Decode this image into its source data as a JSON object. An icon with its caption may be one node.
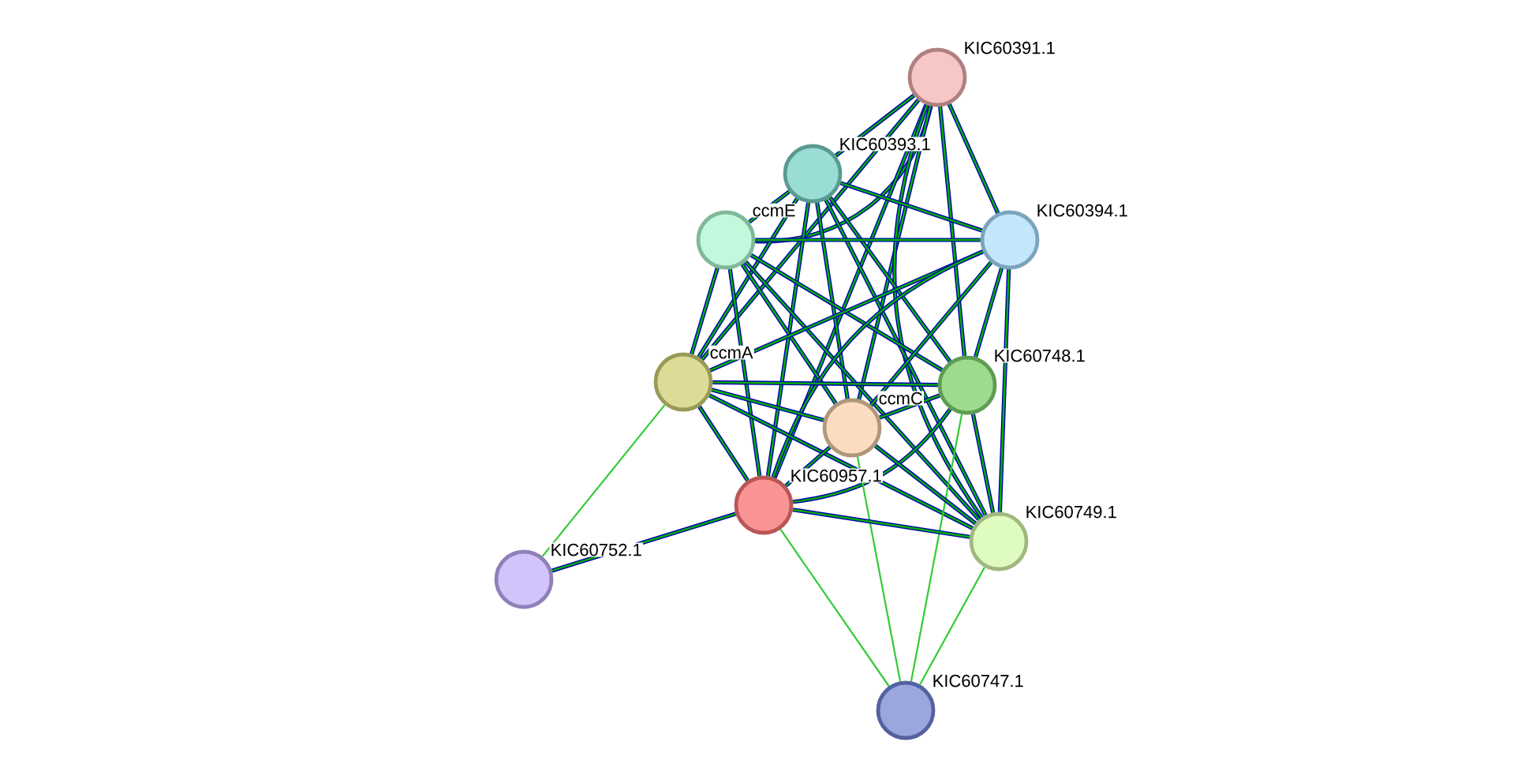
{
  "diagram": {
    "nodes": [
      {
        "text": [
          "KIC60391.1"
        ]
      },
      {
        "text": [
          "KIC60393.1"
        ]
      },
      {
        "text": [
          "ccmE"
        ]
      },
      {
        "text": [
          "KIC60394.1"
        ]
      },
      {
        "text": [
          "ccmA"
        ]
      },
      {
        "text": [
          "KIC60748.1"
        ]
      },
      {
        "text": [
          "ccmC"
        ]
      },
      {
        "text": [
          "KIC60957.1"
        ]
      },
      {
        "text": [
          "KIC60752.1"
        ]
      },
      {
        "text": [
          "KIC60749.1"
        ]
      },
      {
        "text": [
          "KIC60747.1"
        ]
      }
    ],
    "edges": [
      {
        "from": 0,
        "to": 1,
        "arrow": "none"
      },
      {
        "from": 0,
        "to": 2,
        "arrow": "none"
      },
      {
        "from": 0,
        "to": 3,
        "arrow": "none"
      },
      {
        "from": 0,
        "to": 4,
        "arrow": "none"
      },
      {
        "from": 0,
        "to": 5,
        "arrow": "none"
      },
      {
        "from": 0,
        "to": 6,
        "arrow": "none"
      },
      {
        "from": 0,
        "to": 7,
        "arrow": "none"
      },
      {
        "from": 0,
        "to": 9,
        "arrow": "none"
      },
      {
        "from": 1,
        "to": 2,
        "arrow": "none"
      },
      {
        "from": 1,
        "to": 3,
        "arrow": "none"
      },
      {
        "from": 1,
        "to": 4,
        "arrow": "none"
      },
      {
        "from": 1,
        "to": 5,
        "arrow": "none"
      },
      {
        "from": 1,
        "to": 6,
        "arrow": "none"
      },
      {
        "from": 1,
        "to": 7,
        "arrow": "none"
      },
      {
        "from": 1,
        "to": 9,
        "arrow": "none"
      },
      {
        "from": 2,
        "to": 3,
        "arrow": "none"
      },
      {
        "from": 2,
        "to": 4,
        "arrow": "none"
      },
      {
        "from": 2,
        "to": 5,
        "arrow": "none"
      },
      {
        "from": 2,
        "to": 6,
        "arrow": "none"
      },
      {
        "from": 2,
        "to": 7,
        "arrow": "none"
      },
      {
        "from": 2,
        "to": 9,
        "arrow": "none"
      },
      {
        "from": 3,
        "to": 4,
        "arrow": "none"
      },
      {
        "from": 3,
        "to": 5,
        "arrow": "none"
      },
      {
        "from": 3,
        "to": 6,
        "arrow": "none"
      },
      {
        "from": 3,
        "to": 7,
        "arrow": "none"
      },
      {
        "from": 3,
        "to": 9,
        "arrow": "none"
      },
      {
        "from": 4,
        "to": 5,
        "arrow": "none"
      },
      {
        "from": 4,
        "to": 6,
        "arrow": "none"
      },
      {
        "from": 4,
        "to": 7,
        "arrow": "none"
      },
      {
        "from": 4,
        "to": 9,
        "arrow": "none"
      },
      {
        "from": 4,
        "to": 8,
        "arrow": "none",
        "color": "#33cc33"
      },
      {
        "from": 5,
        "to": 6,
        "arrow": "none"
      },
      {
        "from": 5,
        "to": 7,
        "arrow": "none"
      },
      {
        "from": 5,
        "to": 9,
        "arrow": "none"
      },
      {
        "from": 5,
        "to": 10,
        "arrow": "none",
        "color": "#33cc33"
      },
      {
        "from": 6,
        "to": 7,
        "arrow": "none"
      },
      {
        "from": 6,
        "to": 9,
        "arrow": "none"
      },
      {
        "from": 6,
        "to": 10,
        "arrow": "none",
        "color": "#33cc33"
      },
      {
        "from": 7,
        "to": 8,
        "arrow": "none"
      },
      {
        "from": 7,
        "to": 9,
        "arrow": "none"
      },
      {
        "from": 7,
        "to": 10,
        "arrow": "none",
        "color": "#33cc33"
      },
      {
        "from": 9,
        "to": 10,
        "arrow": "none",
        "color": "#33cc33"
      }
    ]
  }
}
